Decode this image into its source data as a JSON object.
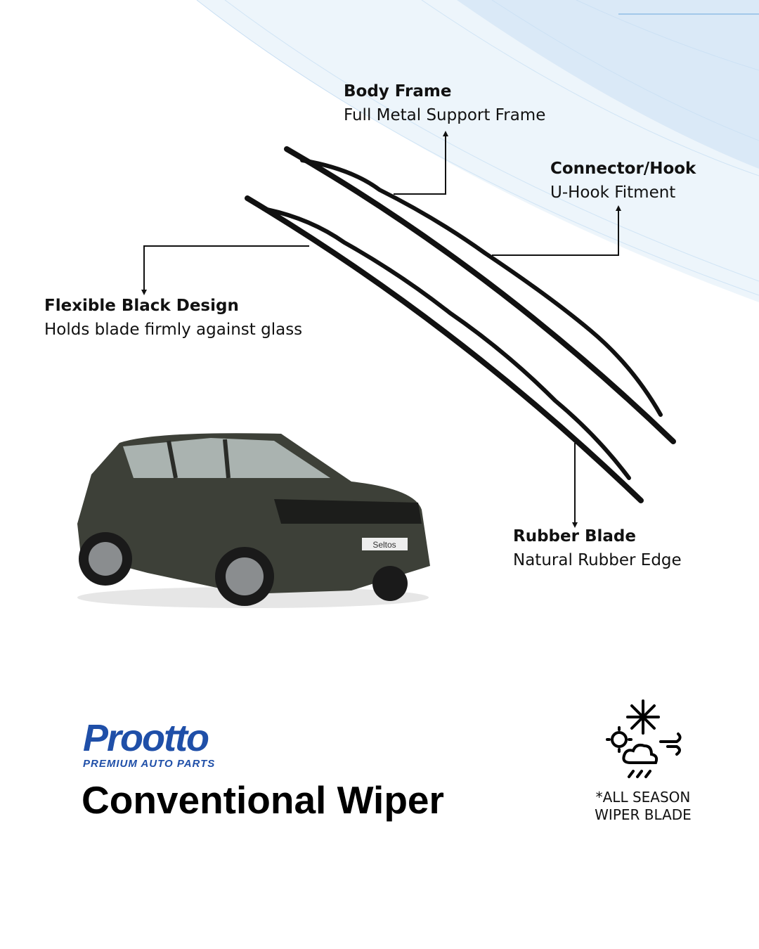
{
  "callouts": {
    "body_frame": {
      "title": "Body Frame",
      "subtitle": "Full Metal Support Frame"
    },
    "connector": {
      "title": "Connector/Hook",
      "subtitle": "U-Hook Fitment"
    },
    "flexible": {
      "title": "Flexible Black Design",
      "subtitle": "Holds blade firmly against glass"
    },
    "rubber": {
      "title": "Rubber Blade",
      "subtitle": "Natural Rubber Edge"
    }
  },
  "brand": {
    "name": "Prootto",
    "tagline": "PREMIUM AUTO PARTS",
    "color": "#1f4fa8"
  },
  "product_title": "Conventional Wiper",
  "season_badge": {
    "icon": "all-weather-icon",
    "line1": "*ALL SEASON",
    "line2": "WIPER BLADE"
  },
  "car": {
    "plate_text": "Seltos"
  }
}
